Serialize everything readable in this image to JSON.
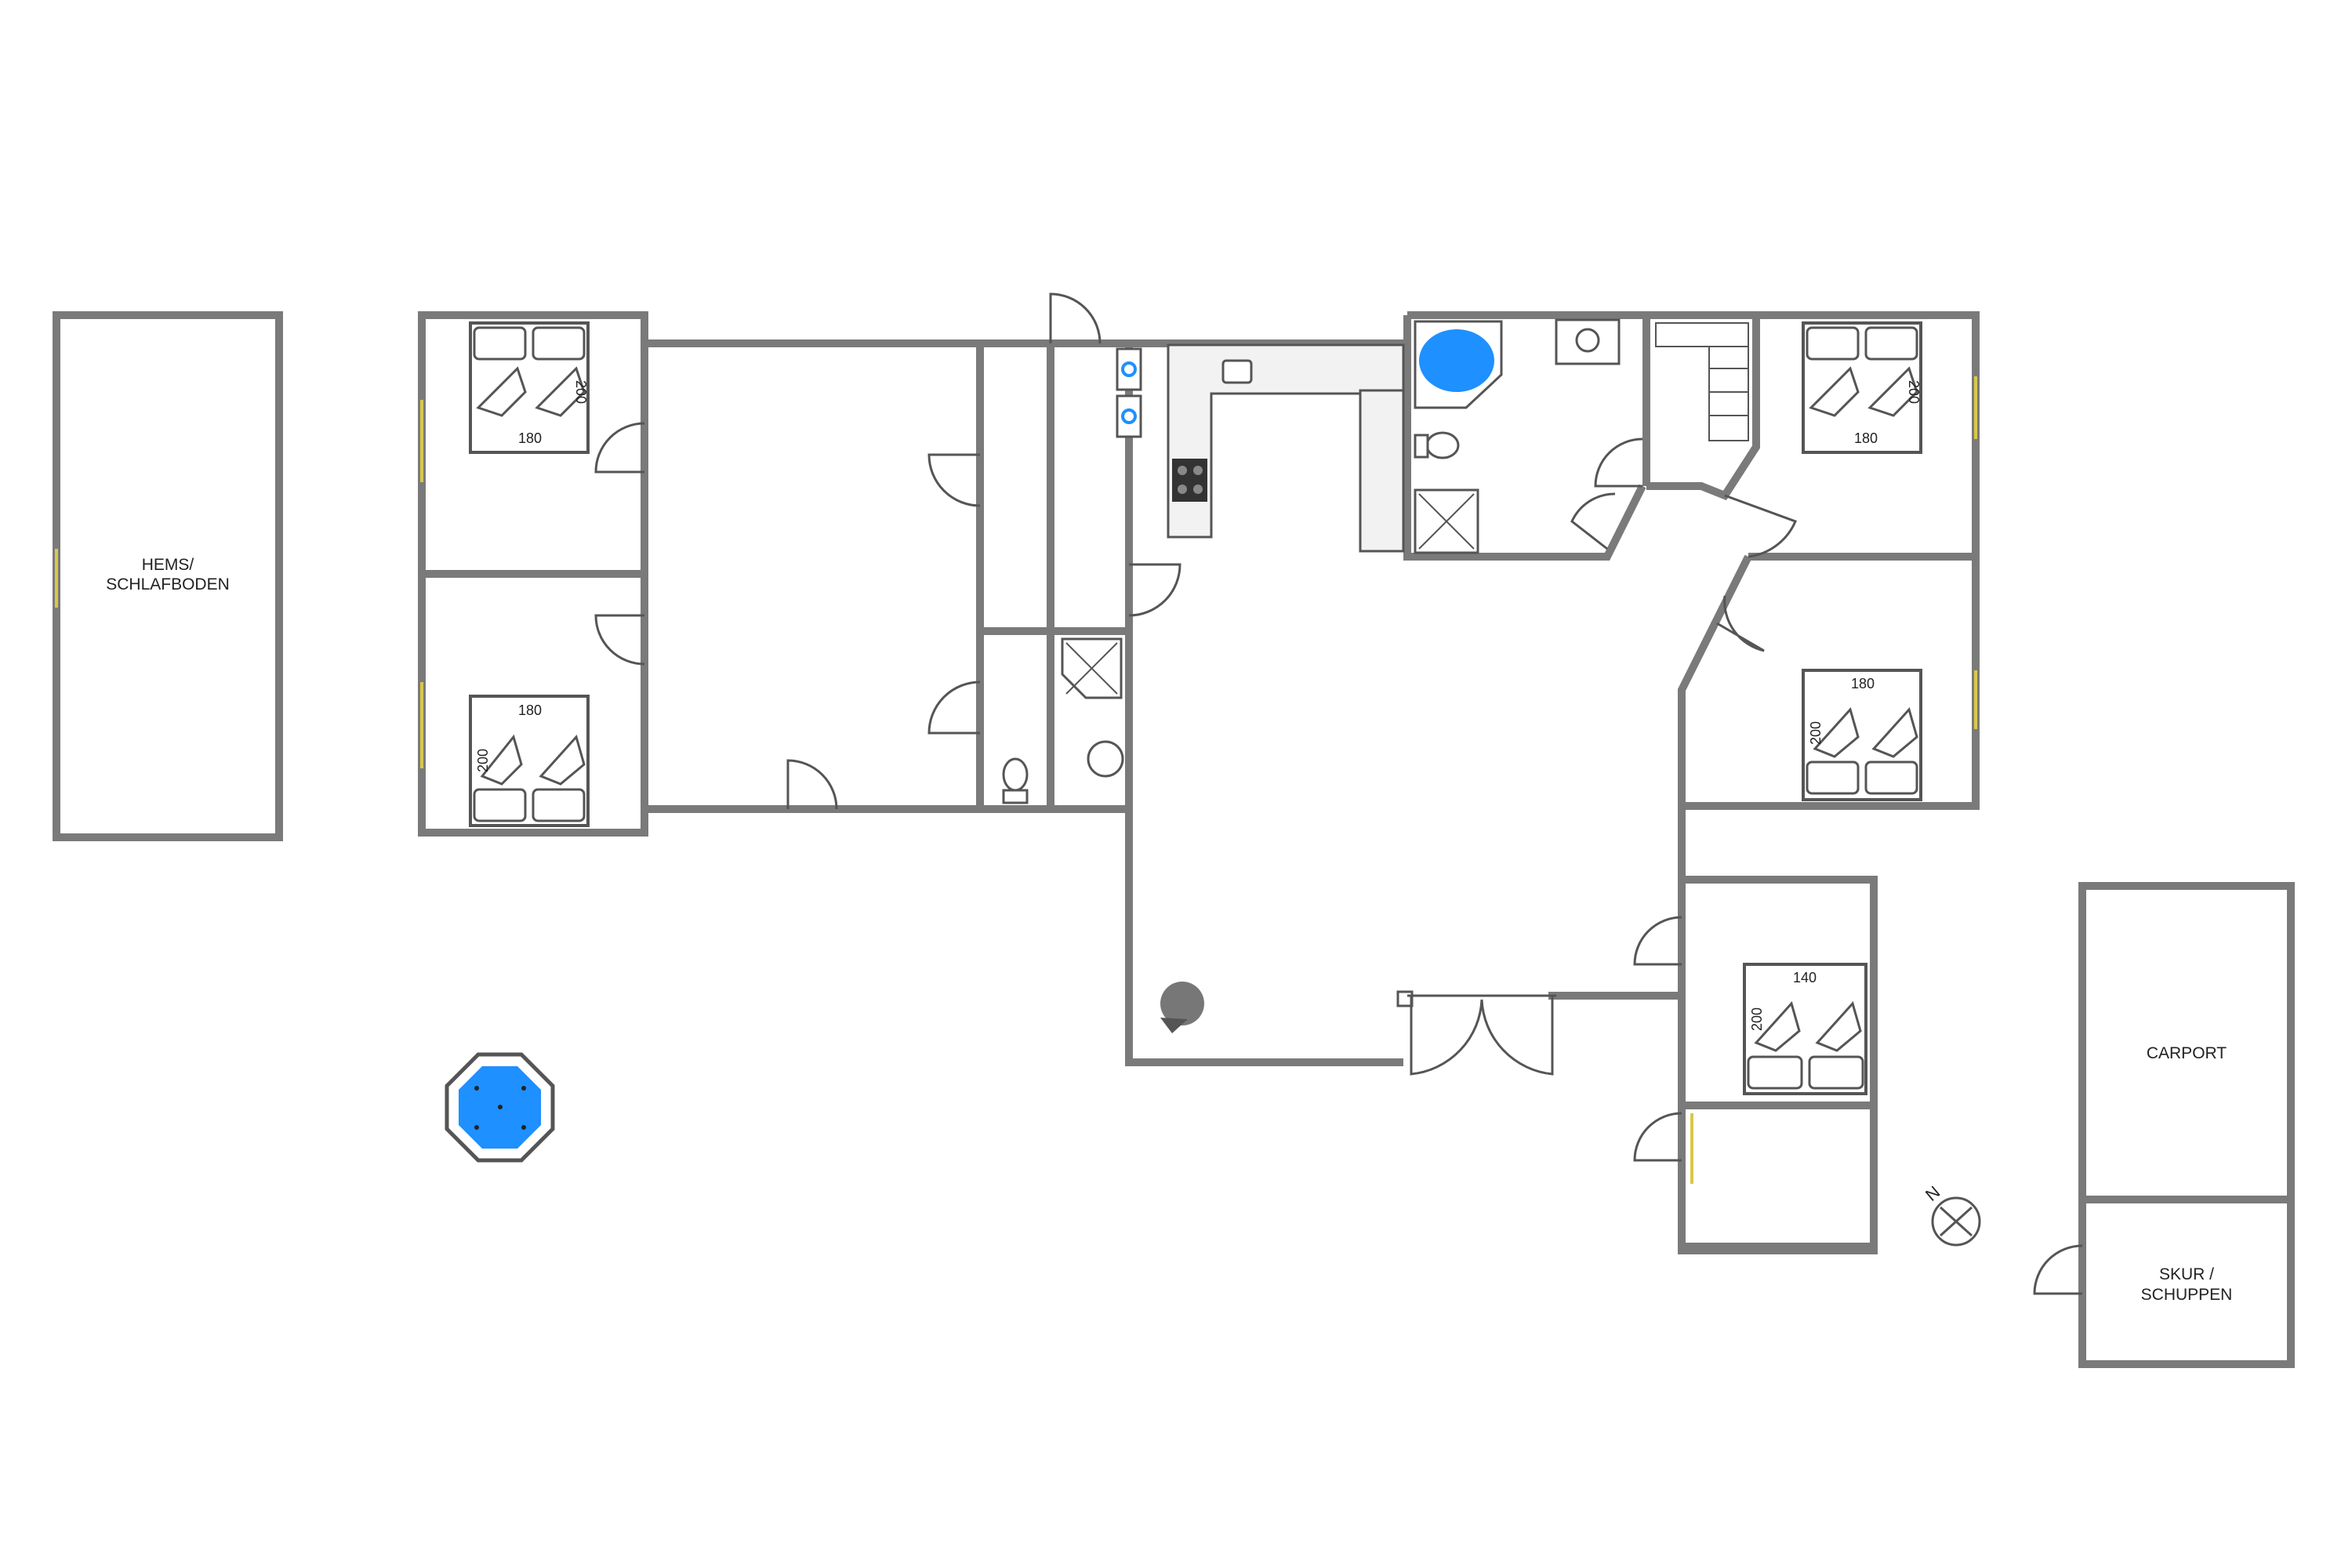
{
  "colors": {
    "wall": "#7a7a7a",
    "wall_edge": "#4a4a4a",
    "fixture": "#555555",
    "water": "#1e90ff",
    "window": "#d8c84a"
  },
  "rooms": {
    "hems": [
      "HEMS/",
      "SCHLAFBODEN"
    ],
    "carport": "CARPORT",
    "skur": [
      "SKUR /",
      "SCHUPPEN"
    ]
  },
  "beds": {
    "bed1": {
      "width": "180",
      "length": "200"
    },
    "bed2": {
      "width": "180",
      "length": "200"
    },
    "bed3": {
      "width": "180",
      "length": "200"
    },
    "bed4": {
      "width": "180",
      "length": "200"
    },
    "bed5": {
      "width": "140",
      "length": "200"
    }
  },
  "icons": {
    "compass": "compass-icon",
    "hot_tub": "hot-tub-icon",
    "bathtub": "corner-bathtub-icon",
    "stove": "wood-stove-icon"
  },
  "compass_letter": "N"
}
